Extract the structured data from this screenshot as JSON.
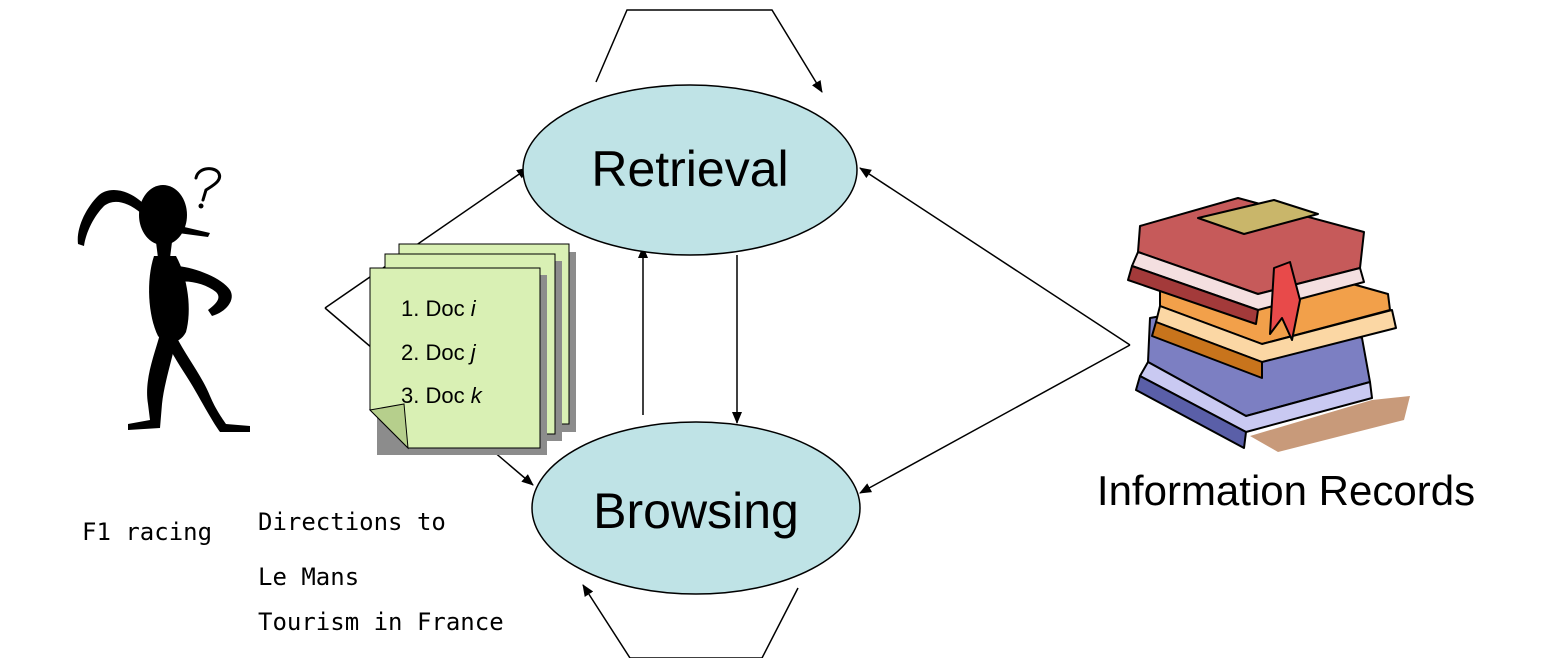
{
  "nodes": {
    "retrieval": {
      "label": "Retrieval",
      "fill": "#bfe3e6"
    },
    "browsing": {
      "label": "Browsing",
      "fill": "#bfe3e6"
    }
  },
  "result_list": {
    "fill": "#d9f0b4",
    "items": [
      {
        "num": "1. Doc ",
        "var": "i"
      },
      {
        "num": "2. Doc ",
        "var": "j"
      },
      {
        "num": "3. Doc ",
        "var": "k"
      }
    ]
  },
  "captions": {
    "user_query": "F1 racing",
    "browse_path_1": "Directions to",
    "browse_path_2": "Le Mans",
    "browse_path_3": "Tourism in France",
    "collection": "Information Records"
  },
  "icons": {
    "user": "thinking-person-icon",
    "documents": "document-stack-icon",
    "collection": "book-stack-icon"
  }
}
